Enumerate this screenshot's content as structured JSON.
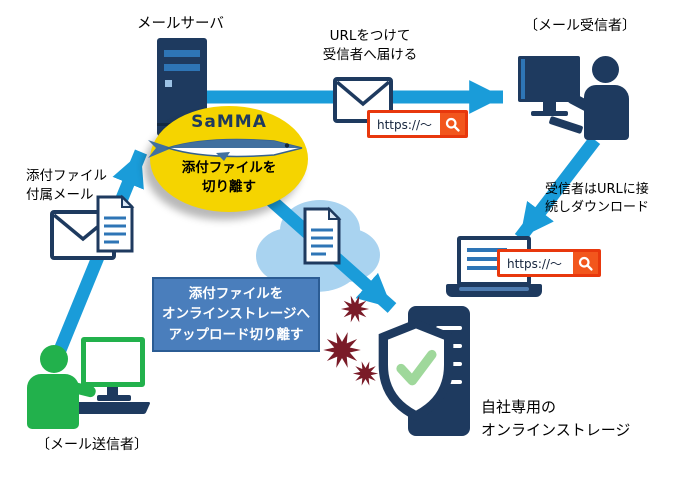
{
  "colors": {
    "arrow_blue": "#1a9cd9",
    "navy": "#1e3a5f",
    "accent_blue": "#2e75b6",
    "samma_yellow": "#f5d400",
    "cloud_blue": "#a9d3f0",
    "callout_bg": "#4a7ebc",
    "callout_border": "#2b5c94",
    "url_border": "#e8380d",
    "url_button": "#f2561d",
    "virus_red": "#7a1b28",
    "sender_green": "#22b14c",
    "shield_check_green": "#9fd89b"
  },
  "nodes": {
    "mail_server_label": "メールサーバ",
    "recipient_label": "〔メール受信者〕",
    "sender_label": "〔メール送信者〕",
    "storage_label_1": "自社専用の",
    "storage_label_2": "オンラインストレージ"
  },
  "samma": {
    "title": "SaMMA",
    "caption_1": "添付ファイルを",
    "caption_2": "切り離す"
  },
  "notes": {
    "deliver_1": "URLをつけて",
    "deliver_2": "受信者へ届ける",
    "attach_1": "添付ファイル",
    "attach_2": "付属メール",
    "download_1": "受信者はURLに接",
    "download_2": "続しダウンロード"
  },
  "callout": {
    "line1": "添付ファイルを",
    "line2": "オンラインストレージへ",
    "line3": "アップロード切り離す"
  },
  "url_bars": {
    "top": "https://～",
    "laptop": "https://～"
  }
}
